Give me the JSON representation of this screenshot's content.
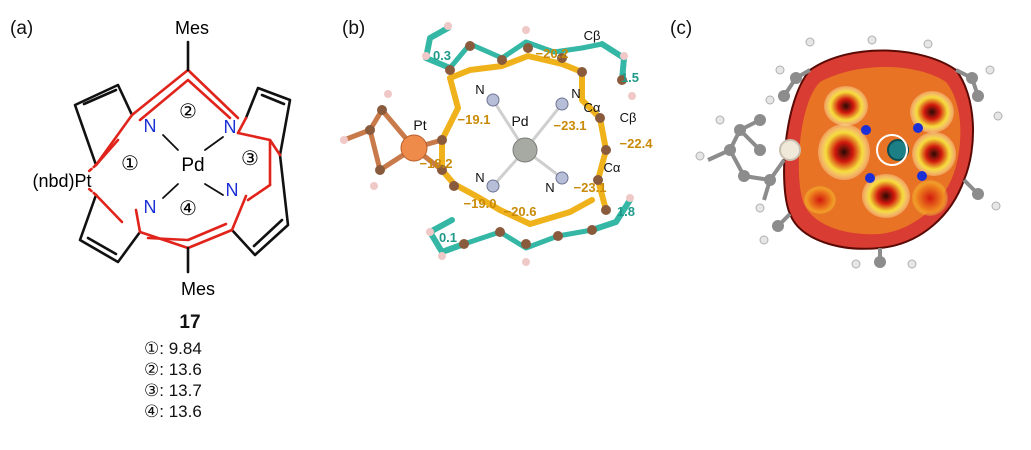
{
  "panels": {
    "a": {
      "label": "(a)",
      "substituent_top": "Mes",
      "substituent_bottom": "Mes",
      "metal_left": "(nbd)Pt",
      "metal_center": "Pd",
      "n_label": "N",
      "ring_marks": [
        "①",
        "②",
        "③",
        "④"
      ],
      "compound": {
        "number": "17",
        "rings": [
          {
            "mark": "①",
            "value": ": 9.84"
          },
          {
            "mark": "②",
            "value": ": 13.6"
          },
          {
            "mark": "③",
            "value": ": 13.7"
          },
          {
            "mark": "④",
            "value": ": 13.6"
          }
        ]
      }
    },
    "b": {
      "label": "(b)",
      "atoms": {
        "pt": "Pt",
        "pd": "Pd",
        "n": "N",
        "c_alpha": "Cα",
        "c_beta": "Cβ"
      },
      "currents_gold": [
        "−20.2",
        "−19.1",
        "−23.1",
        "−22.4",
        "−18.2",
        "−19.0",
        "−20.6",
        "−23.1"
      ],
      "currents_teal": [
        "0.3",
        "1.5",
        "0.1",
        "1.8"
      ]
    },
    "c": {
      "label": "(c)"
    }
  },
  "colors": {
    "bond_black": "#111111",
    "bond_red": "#e0241b",
    "gold_current": "#f0b21a",
    "teal_current": "#35b7a6",
    "gold_text": "#c98a07",
    "teal_text": "#1f9a8a",
    "carbon": "#8a5a3c",
    "hydrogen": "#f0c8c8",
    "nitrogen": "#b7bfd8",
    "pt_atom": "#ee8a4a",
    "pd_atom": "#a7aaa3",
    "acid_red": "#d21a0e",
    "acid_yellow": "#f5dc3a",
    "acid_dark": "#2a0a04"
  }
}
